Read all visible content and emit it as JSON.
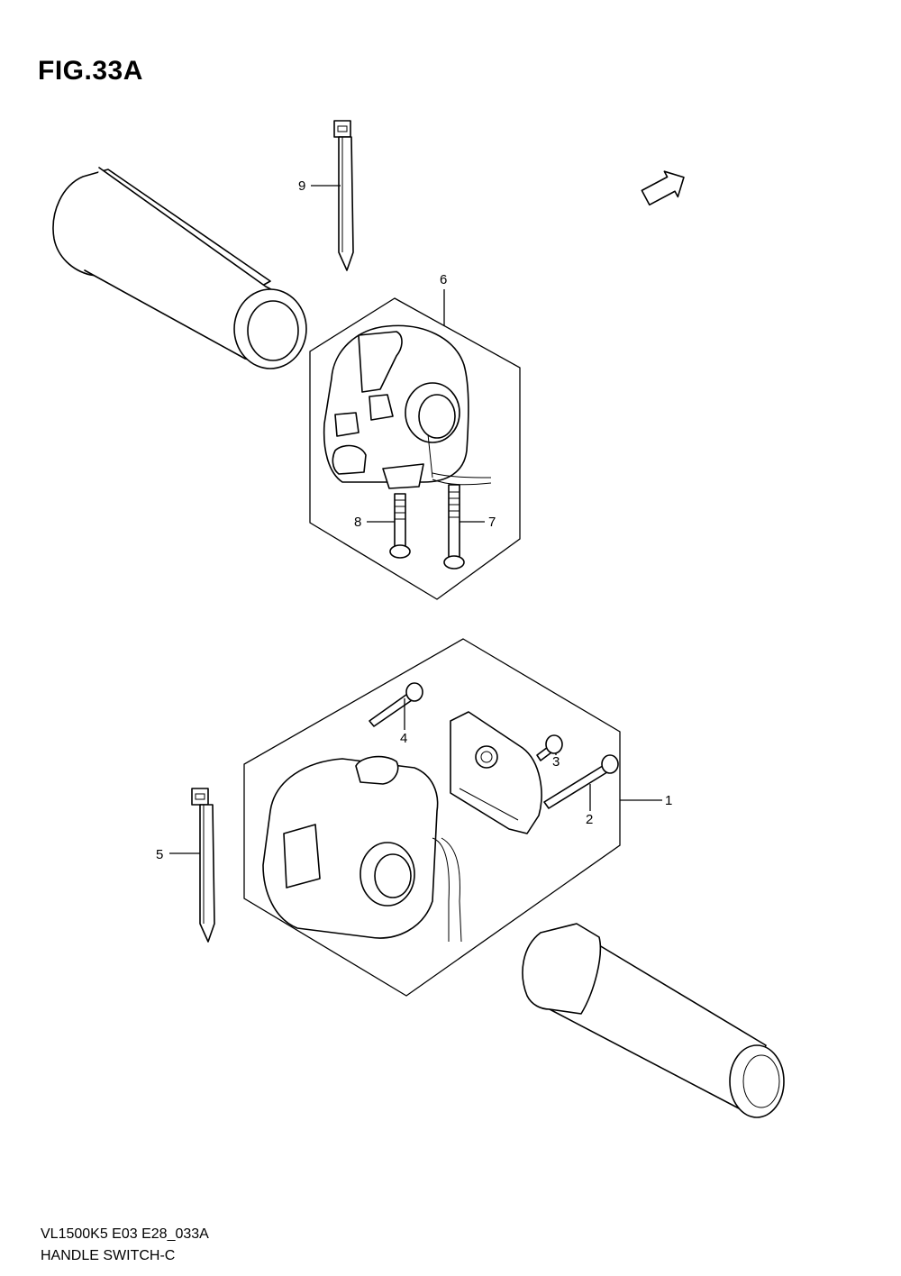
{
  "figure": {
    "title": "FIG.33A",
    "model_code": "VL1500K5 E03 E28_033A",
    "section_name": "HANDLE SWITCH-C",
    "fwd_label": "FWD"
  },
  "callouts": [
    {
      "id": "1",
      "label": "1"
    },
    {
      "id": "2",
      "label": "2"
    },
    {
      "id": "3",
      "label": "3"
    },
    {
      "id": "4",
      "label": "4"
    },
    {
      "id": "5",
      "label": "5"
    },
    {
      "id": "6",
      "label": "6"
    },
    {
      "id": "7",
      "label": "7"
    },
    {
      "id": "8",
      "label": "8"
    },
    {
      "id": "9",
      "label": "9"
    }
  ]
}
